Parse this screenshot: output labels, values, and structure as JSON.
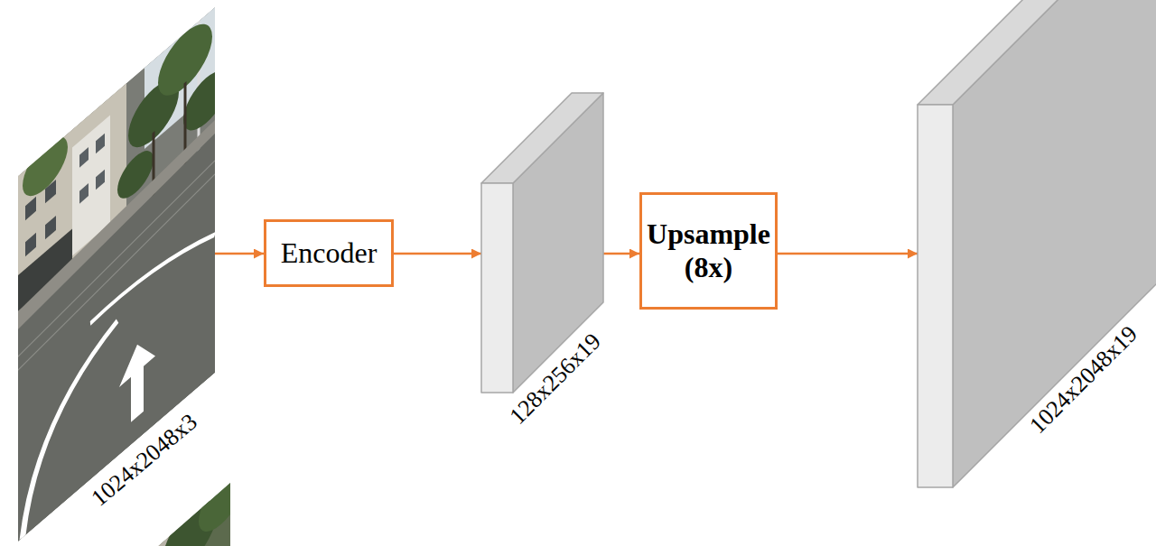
{
  "diagram": {
    "nodes": [
      {
        "text": [
          "1024x2048x3"
        ]
      },
      {
        "text": [
          "Encoder"
        ]
      },
      {
        "text": [
          "128x256x19"
        ]
      },
      {
        "text": [
          "Upsample (8x)"
        ]
      },
      {
        "text": [
          "1024x2048x19"
        ]
      }
    ],
    "edges": [
      {
        "from": 0,
        "to": 1,
        "arrow": "to"
      },
      {
        "from": 1,
        "to": 2,
        "arrow": "to"
      },
      {
        "from": 2,
        "to": 3,
        "arrow": "to"
      },
      {
        "from": 3,
        "to": 4,
        "arrow": "to"
      }
    ]
  }
}
